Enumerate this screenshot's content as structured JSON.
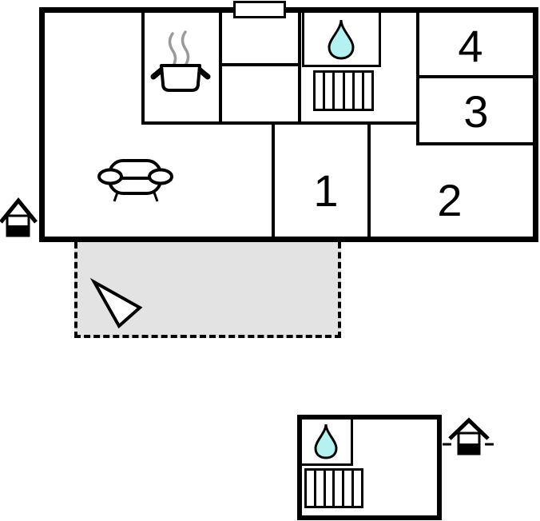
{
  "plan": {
    "rooms": [
      {
        "number": "1"
      },
      {
        "number": "2"
      },
      {
        "number": "3"
      },
      {
        "number": "4"
      }
    ]
  },
  "colors": {
    "wall": "#000000",
    "water_drop_fill": "#b5f1f1",
    "terrace_fill": "#e3e3e3",
    "steam": "#9b9b9b"
  },
  "icons": {
    "main_house": [
      "cooking-pot",
      "sofa",
      "water-drop",
      "stairs"
    ],
    "annex": [
      "water-drop",
      "stairs"
    ],
    "entrance_markers": [
      "house-marker-left",
      "house-marker-right"
    ],
    "terrace": [
      "direction-arrow"
    ]
  }
}
